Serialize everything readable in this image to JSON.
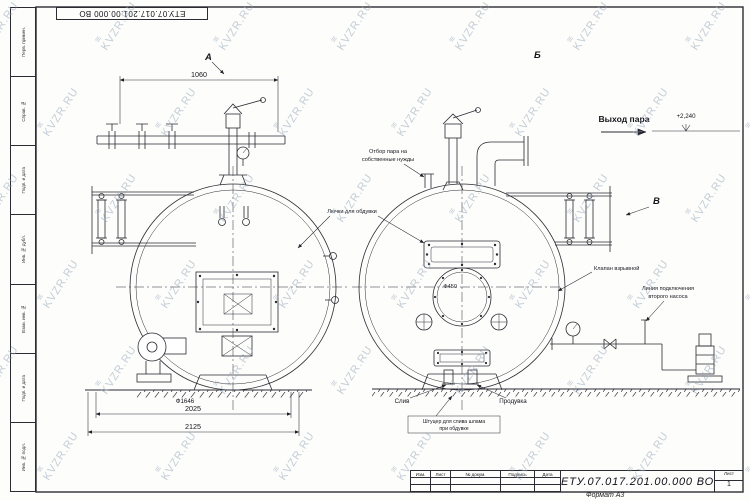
{
  "page": {
    "watermark_text": "KVZR.RU",
    "watermark_icon": "≋",
    "format_note": "Формат А3"
  },
  "codes": {
    "inverted_top": "ЕТУ.07.017.201.00.000  ВО",
    "title_code": "ЕТУ.07.017.201.00.000  ВО"
  },
  "views": {
    "a": "А",
    "b": "Б",
    "v": "В"
  },
  "labels": {
    "steam_outlet": "Выход пара",
    "elevation": "+2,240",
    "own_needs_line1": "Отбор пара на",
    "own_needs_line2": "собственные нужды",
    "blow_hatches": "Лючки для обдувки",
    "explosion_valve": "Клапан взрывной",
    "second_pump_line1": "Линия подключения",
    "second_pump_line2": "второго насоса",
    "drain": "Слив",
    "blowdown": "Продувка",
    "sludge_line1": "Штуцер для слива шлама",
    "sludge_line2": "при обдувке"
  },
  "dimensions": {
    "top_width": "1060",
    "base_width": "2025",
    "overall_width": "2125",
    "shell_diameter": "Ф1646",
    "manhole_diameter": "Ф450"
  },
  "title_block": {
    "columns": [
      "Изм.",
      "Лист",
      "№ докум.",
      "Подпись",
      "Дата"
    ],
    "sheet_label": "Лист",
    "sheet_value": "1"
  },
  "side_strip": [
    "Перв. примен.",
    "Справ. №",
    "Подп. и дата",
    "Инв. № дубл.",
    "Взам. инв. №",
    "Подп. и дата",
    "Инв. № подл."
  ]
}
